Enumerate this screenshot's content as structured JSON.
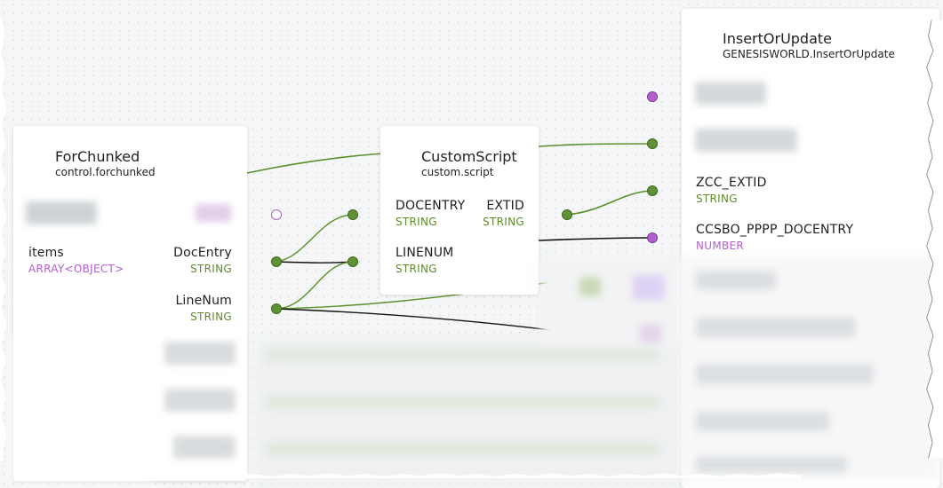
{
  "nodes": {
    "forchunked": {
      "title": "ForChunked",
      "subtitle": "control.forchunked",
      "fields": [
        {
          "name": "items",
          "type": "ARRAY<OBJECT>",
          "type_color": "purple"
        },
        {
          "name": "DocEntry",
          "type": "STRING",
          "type_color": "green"
        },
        {
          "name": "LineNum",
          "type": "STRING",
          "type_color": "green"
        }
      ]
    },
    "customscript": {
      "title": "CustomScript",
      "subtitle": "custom.script",
      "inputs": [
        {
          "name": "DOCENTRY",
          "type": "STRING"
        },
        {
          "name": "LINENUM",
          "type": "STRING"
        }
      ],
      "outputs": [
        {
          "name": "EXTID",
          "type": "STRING"
        }
      ]
    },
    "insertorupdate": {
      "title": "InsertOrUpdate",
      "subtitle": "GENESISWORLD.InsertOrUpdate",
      "fields": [
        {
          "name": "ZCC_EXTID",
          "type": "STRING",
          "type_color": "green"
        },
        {
          "name": "CCSBO_PPPP_DOCENTRY",
          "type": "NUMBER",
          "type_color": "purple"
        }
      ]
    }
  },
  "colors": {
    "wire_green": "#5a8f2a",
    "wire_black": "#111111",
    "type_green": "#5f8b2e",
    "type_purple": "#b25fcf",
    "canvas": "#f4f6f7"
  },
  "icons": [
    "port-connected",
    "port-empty",
    "port-number"
  ]
}
